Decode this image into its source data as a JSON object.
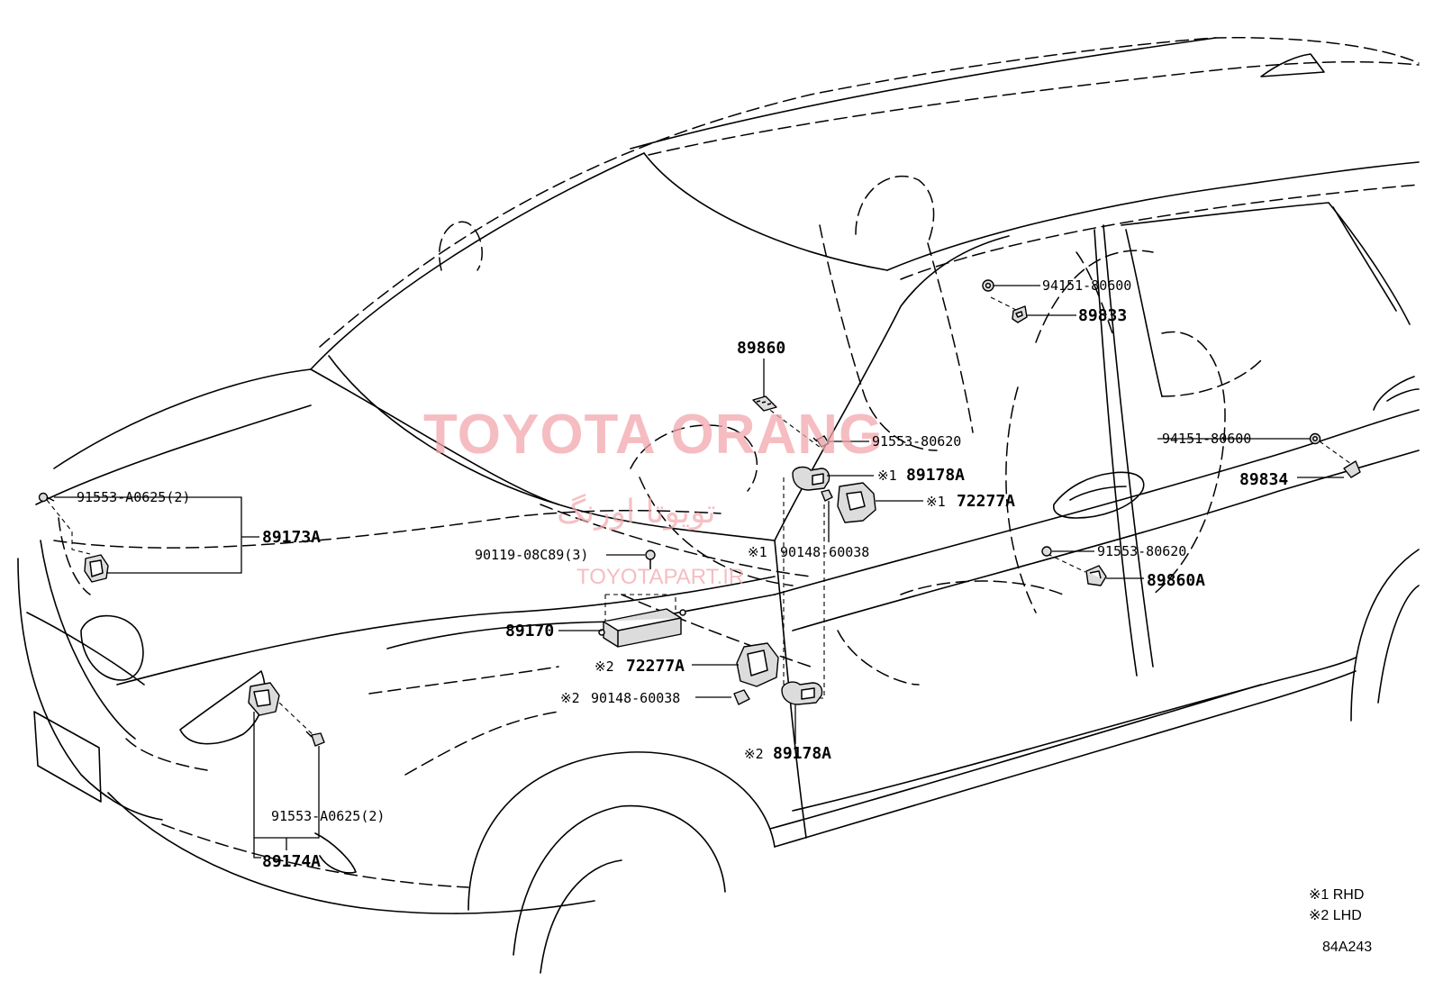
{
  "watermark": {
    "brand": "TOYOTA ORANG",
    "persian": "تویوتا اورنگ",
    "site": "TOYOTAPART.IR",
    "color": "#f2a8ad"
  },
  "labels": {
    "p94151_top": "94151-80600",
    "p89833": "89833",
    "p89860": "89860",
    "p91553_80620_top": "91553-80620",
    "p94151_right": "94151-80600",
    "p89834": "89834",
    "p89178A_rhd": "89178A",
    "p72277A_rhd": "72277A",
    "p90148_rhd": "90148-60038",
    "p91553_A0625_top": "91553-A0625(2)",
    "p89173A": "89173A",
    "p90119": "90119-08C89(3)",
    "p89170": "89170",
    "p72277A_lhd": "72277A",
    "p90148_lhd": "90148-60038",
    "p89178A_lhd": "89178A",
    "p91553_80620_low": "91553-80620",
    "p89860A": "89860A",
    "p91553_A0625_low": "91553-A0625(2)",
    "p89174A": "89174A"
  },
  "markers": {
    "rhd": "※1",
    "lhd": "※2"
  },
  "legend": {
    "rhd": "※1 RHD",
    "lhd": "※2 LHD"
  },
  "diagram_code": "84A243",
  "icons": {
    "bolt": "bolt-icon",
    "nut": "nut-icon",
    "sensor": "sensor-icon",
    "bracket": "bracket-icon",
    "ecu": "ecu-icon"
  }
}
